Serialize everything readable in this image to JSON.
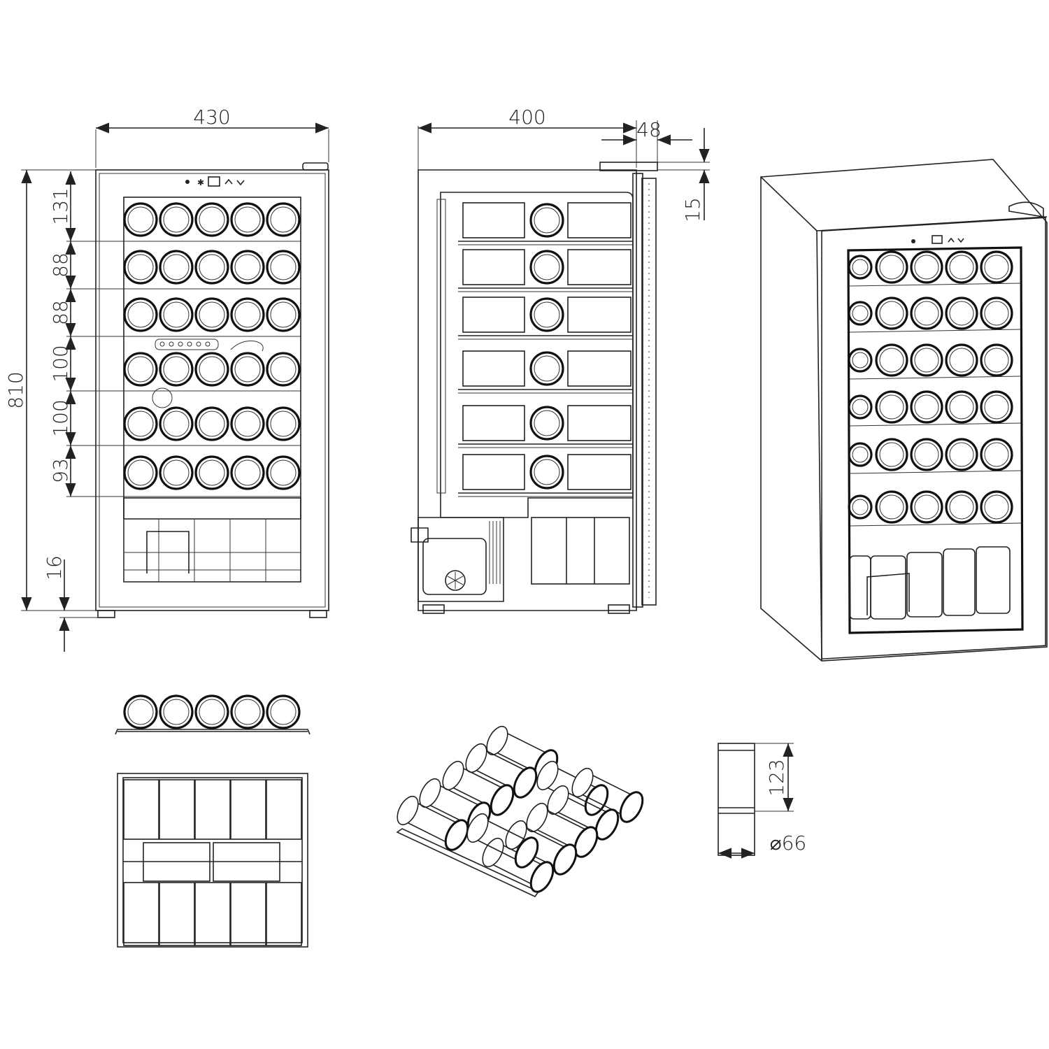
{
  "dimensions": {
    "width": "430",
    "height": "810",
    "depth": "400",
    "handle_depth": "48",
    "top_offset": "15",
    "bottom_offset": "16",
    "shelf_gaps": [
      "131",
      "88",
      "88",
      "100",
      "100",
      "93"
    ],
    "can_height": "123",
    "can_diameter": "⌀66"
  },
  "views": {
    "front_rows": 6,
    "front_cans_per_row": 5,
    "side_shelves": 6,
    "perspective_rows": 6
  }
}
